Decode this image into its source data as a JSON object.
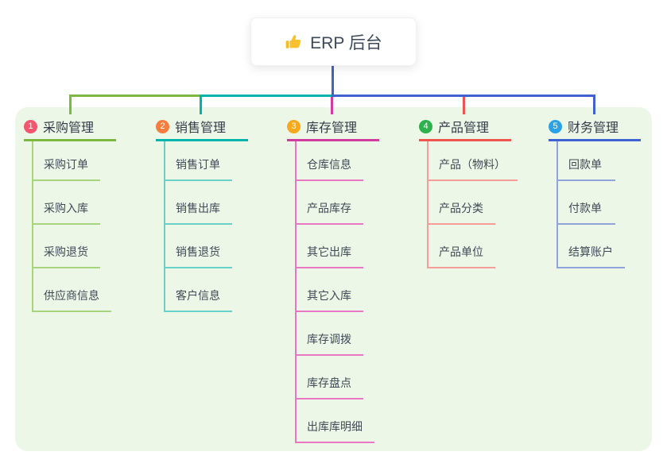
{
  "root": {
    "label": "ERP 后台",
    "icon": "thumbs-up-icon"
  },
  "colors": {
    "panel_background": "#ecf7e8",
    "root_connector": "#4161d1",
    "branch_lines": [
      "#7db940",
      "#00b4ab",
      "#d23c9f",
      "#f0544f",
      "#3f62d2"
    ],
    "child_lines": [
      "#a9d47e",
      "#68d1c8",
      "#ea77c4",
      "#f59d96",
      "#90a4dc"
    ],
    "badges": [
      "#f4566e",
      "#f77c3d",
      "#f8a81d",
      "#2bb24c",
      "#2ba2e7"
    ]
  },
  "branches": [
    {
      "num": "1",
      "title": "采购管理",
      "children": [
        "采购订单",
        "采购入库",
        "采购退货",
        "供应商信息"
      ]
    },
    {
      "num": "2",
      "title": "销售管理",
      "children": [
        "销售订单",
        "销售出库",
        "销售退货",
        "客户信息"
      ]
    },
    {
      "num": "3",
      "title": "库存管理",
      "children": [
        "仓库信息",
        "产品库存",
        "其它出库",
        "其它入库",
        "库存调拨",
        "库存盘点",
        "出库库明细"
      ]
    },
    {
      "num": "4",
      "title": "产品管理",
      "children": [
        "产品（物料）",
        "产品分类",
        "产品单位"
      ]
    },
    {
      "num": "5",
      "title": "财务管理",
      "children": [
        "回款单",
        "付款单",
        "结算账户"
      ]
    }
  ]
}
